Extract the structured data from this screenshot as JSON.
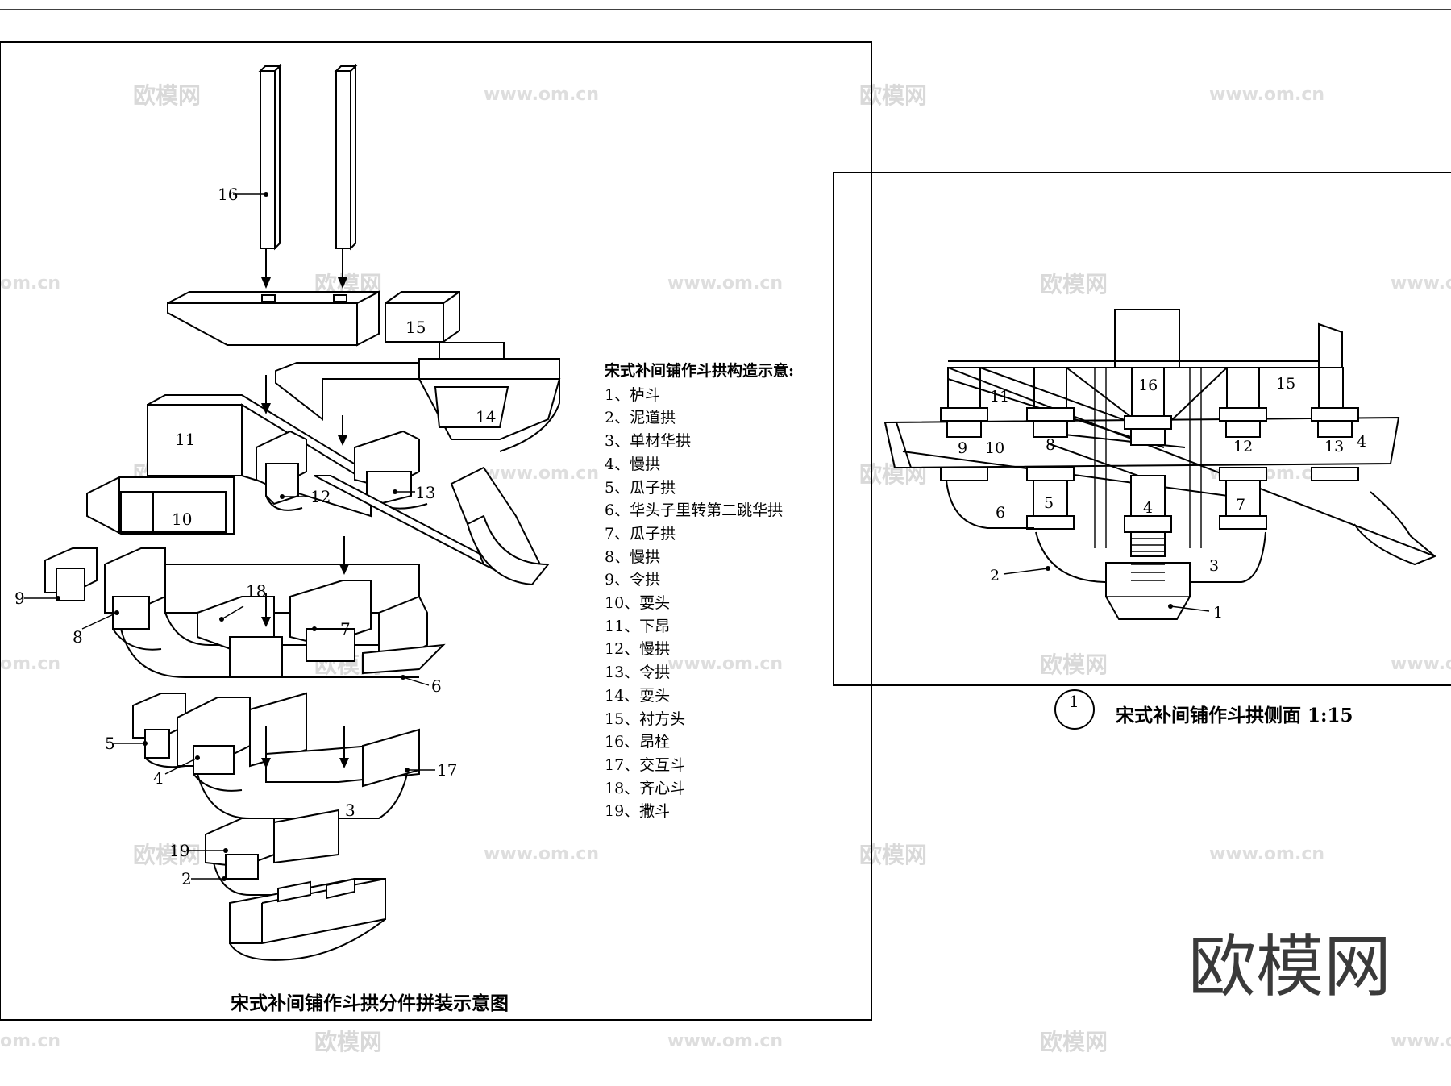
{
  "exploded_title": "宋式补间铺作斗拱分件拼装示意图",
  "side_title": "宋式补间铺作斗拱侧面 1:15",
  "section_marker": "1",
  "legend": {
    "heading": "宋式补间铺作斗拱构造示意:",
    "items": [
      "1、栌斗",
      "2、泥道拱",
      "3、单材华拱",
      "4、慢拱",
      "5、瓜子拱",
      "6、华头子里转第二跳华拱",
      "7、瓜子拱",
      "8、慢拱",
      "9、令拱",
      "10、耍头",
      "11、下昂",
      "12、慢拱",
      "13、令拱",
      "14、耍头",
      "15、衬方头",
      "16、昂栓",
      "17、交互斗",
      "18、齐心斗",
      "19、撒斗"
    ]
  },
  "exploded_labels": [
    "16",
    "15",
    "11",
    "14",
    "12",
    "13",
    "10",
    "9",
    "8",
    "18",
    "7",
    "6",
    "5",
    "4",
    "17",
    "3",
    "19",
    "2"
  ],
  "side_labels": [
    "16",
    "15",
    "11",
    "9",
    "10",
    "8",
    "12",
    "13",
    "4",
    "6",
    "5",
    "4",
    "7",
    "2",
    "3",
    "1"
  ],
  "watermarks": {
    "cn": "欧模网",
    "url": "www.om.cn",
    "url_partial": "om.cn"
  },
  "brand": "欧模网"
}
